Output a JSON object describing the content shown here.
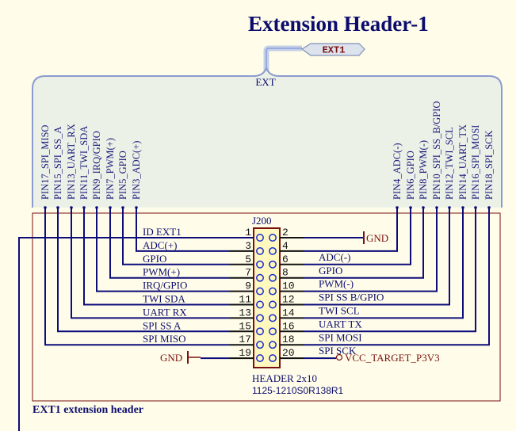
{
  "title": "Extension Header-1",
  "port_label": "EXT1",
  "bus_label": "EXT",
  "bus_pins_left": [
    "PIN17_SPI_MISO",
    "PIN15_SPI_SS_A",
    "PIN13_UART_RX",
    "PIN11_TWI_SDA",
    "PIN9_IRQ/GPIO",
    "PIN7_PWM(+)",
    "PIN5_GPIO",
    "PIN3_ADC(+)"
  ],
  "bus_pins_right": [
    "PIN4_ADC(-)",
    "PIN6_GPIO",
    "PIN8_PWM(-)",
    "PIN10_SPI_SS_B/GPIO",
    "PIN12_TWI_SCL",
    "PIN14_UART_TX",
    "PIN16_SPI_MOSI",
    "PIN18_SPI_SCK"
  ],
  "connector": {
    "designator": "J200",
    "type": "HEADER 2x10",
    "part_number": "1125-1210S0R138R1",
    "left_pins": [
      {
        "num": "1",
        "net": "ID_EXT1"
      },
      {
        "num": "3",
        "net": "ADC(+)"
      },
      {
        "num": "5",
        "net": "GPIO"
      },
      {
        "num": "7",
        "net": "PWM(+)"
      },
      {
        "num": "9",
        "net": "IRQ/GPIO"
      },
      {
        "num": "11",
        "net": "TWI_SDA"
      },
      {
        "num": "13",
        "net": "UART_RX"
      },
      {
        "num": "15",
        "net": "SPI_SS_A"
      },
      {
        "num": "17",
        "net": "SPI_MISO"
      },
      {
        "num": "19",
        "net": "GND"
      }
    ],
    "right_pins": [
      {
        "num": "2",
        "net": "GND"
      },
      {
        "num": "4",
        "net": "ADC(-)"
      },
      {
        "num": "6",
        "net": "GPIO"
      },
      {
        "num": "8",
        "net": "PWM(-)"
      },
      {
        "num": "10",
        "net": "SPI_SS_B/GPIO"
      },
      {
        "num": "12",
        "net": "TWI_SCL"
      },
      {
        "num": "14",
        "net": "UART_TX"
      },
      {
        "num": "16",
        "net": "SPI_MOSI"
      },
      {
        "num": "18",
        "net": "SPI_SCK"
      },
      {
        "num": "20",
        "net": "VCC_TARGET_P3V3"
      }
    ]
  },
  "power": {
    "gnd_label": "GND",
    "vcc_label": "VCC_TARGET_P3V3"
  },
  "sheet_caption": "EXT1 extension header",
  "colors": {
    "background": "#fffde9",
    "wire": "#0c0c7a",
    "power": "#7a1010",
    "frame": "#7a1010",
    "bus_fill": "#ecf1e8",
    "bus_stroke": "#8b9bd0",
    "connector_fill": "#fff9c0"
  }
}
